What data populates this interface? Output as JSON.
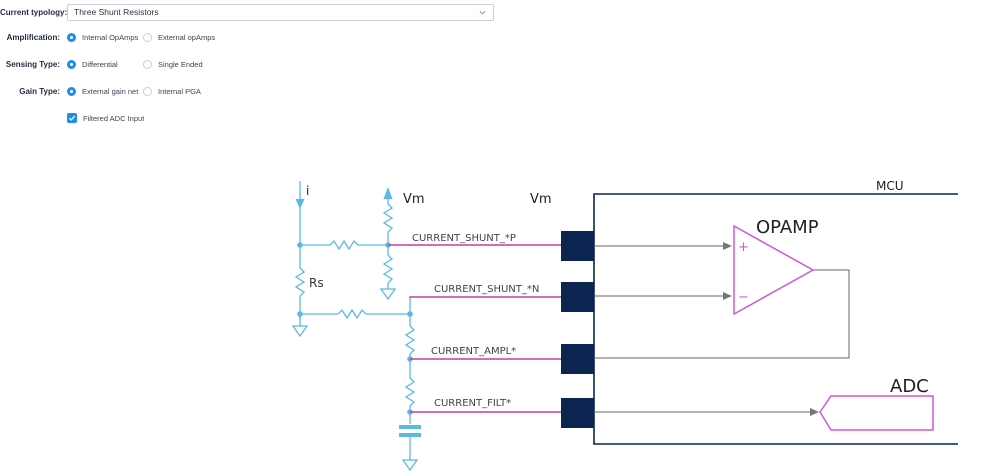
{
  "form": {
    "typology": {
      "label": "Current typology:",
      "value": "Three Shunt Resistors"
    },
    "amplification": {
      "label": "Amplification:",
      "options": [
        "Internal OpAmps",
        "External opAmps"
      ],
      "selected": "Internal OpAmps"
    },
    "sensing": {
      "label": "Sensing Type:",
      "options": [
        "Differential",
        "Single Ended"
      ],
      "selected": "Differential"
    },
    "gain": {
      "label": "Gain Type:",
      "options": [
        "External gain net",
        "Internal PGA"
      ],
      "selected": "External gain net"
    },
    "filtered": {
      "label": "Filtered ADC Input",
      "checked": true
    }
  },
  "diagram": {
    "current_label": "i",
    "vm_left": "Vm",
    "vm_right": "Vm",
    "rs_label": "Rs",
    "mcu_label": "MCU",
    "opamp_label": "OPAMP",
    "adc_label": "ADC",
    "plus": "+",
    "minus": "−",
    "signals": [
      "CURRENT_SHUNT_*P",
      "CURRENT_SHUNT_*N",
      "CURRENT_AMPL*",
      "CURRENT_FILT*"
    ],
    "colors": {
      "wire": "#5db8e6",
      "signal": "#c2408f",
      "pin": "#0b2450",
      "opamp": "#d257d6",
      "line": "#666666"
    }
  }
}
